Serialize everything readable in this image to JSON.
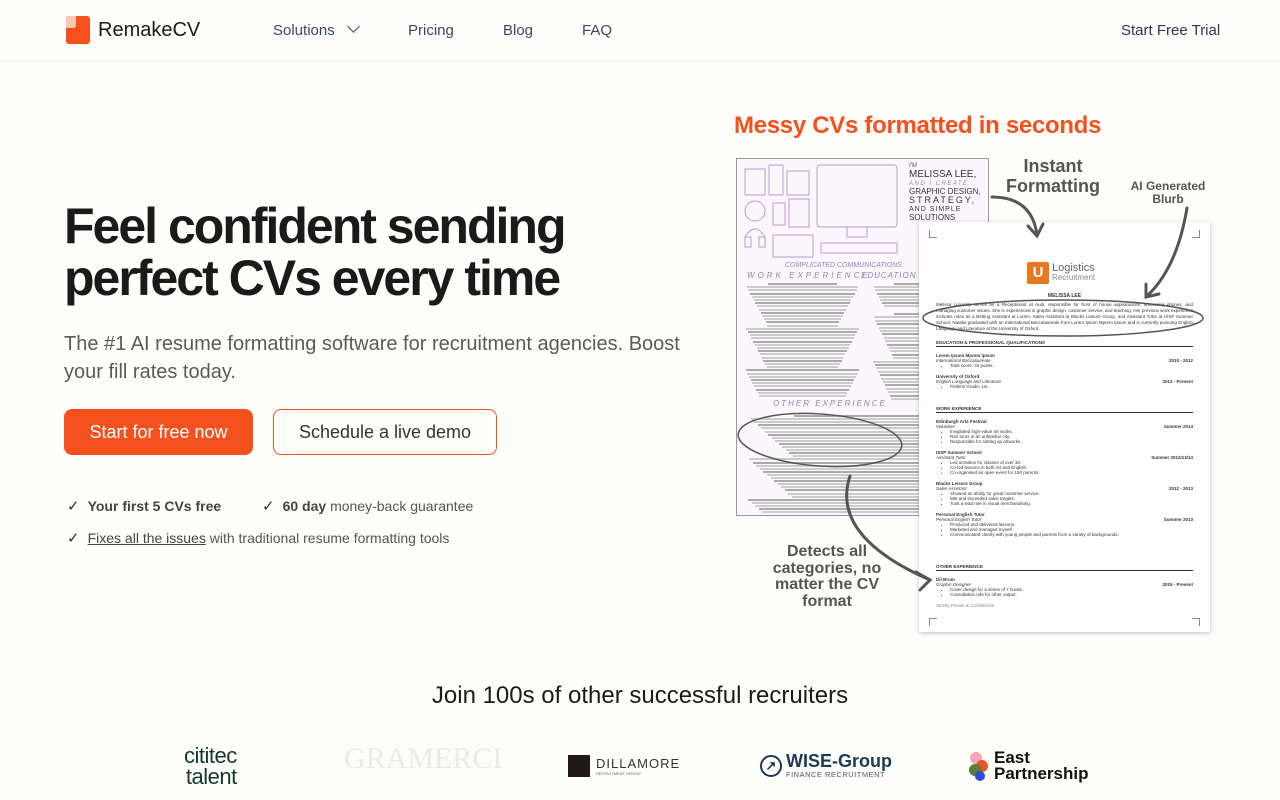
{
  "nav": {
    "brand": "RemakeCV",
    "items": [
      "Solutions",
      "Pricing",
      "Blog",
      "FAQ"
    ],
    "cta": "Start Free Trial"
  },
  "hero": {
    "title": "Feel confident sending perfect CVs every time",
    "subtitle": "The #1 AI resume formatting software for recruitment agencies. Boost your fill rates today.",
    "primary_button": "Start for free now",
    "secondary_button": "Schedule a live demo",
    "checks": [
      {
        "bold": "Your first 5 CVs free",
        "rest": ""
      },
      {
        "bold": "60 day",
        "rest": "money-back guarantee"
      },
      {
        "link": "Fixes all the issues",
        "rest": "with traditional resume formatting tools"
      }
    ],
    "accent": "#f4511e"
  },
  "illustration": {
    "heading": "Messy CVs formatted in seconds",
    "annotations": {
      "instant": "Instant Formatting",
      "blurb": "AI Generated Blurb",
      "detects": "Detects all categories, no matter the CV format"
    },
    "messy_cv": {
      "intro": [
        "I'M",
        "MELISSA LEE,",
        "AND I CREATE",
        "GRAPHIC DESIGN,",
        "STRATEGY,",
        "AND SIMPLE",
        "SOLUTIONS"
      ],
      "tagline": "COMPLICATED COMMUNICATIONS",
      "work_heading": "WORK EXPERIENCE",
      "education_heading": "EDUCATION",
      "other_heading": "OTHER EXPERIENCE"
    },
    "formatted_cv": {
      "company": "Logistics",
      "company_sub": "Recruitment",
      "logo_letter": "U",
      "name": "MELISSA LEE",
      "blurb": "Melissa currently serves as a Receptionist at Audi, responsible for front of house appearances, answering phones, and managing customer issues. She is experienced in graphic design, customer service, and teaching. Her previous work experience includes roles as a Betting Assistant at Lorem, Sales Assistant at Blacks Leisure Group, and Assistant Tutor at ISSP Summer School. Natalie graduated with an International Baccalaureate from Lorem Ipsum Mprem Ipsum and is currently pursuing English Language and Literature at the University of Oxford.",
      "education_heading": "EDUCATION & PROFESSIONAL QUALIFICATIONS",
      "education": [
        {
          "title": "Lorem Ipsum Mprem Ipsum",
          "role": "International Baccalaureate",
          "date": "2010 - 2012",
          "bullets": [
            "Total score: 40 points."
          ]
        },
        {
          "title": "University of Oxford",
          "role": "English Language and Literature",
          "date": "2013 - Present",
          "bullets": [
            "Prelims Grade: 1st."
          ]
        }
      ],
      "work_heading": "WORK EXPERIENCE",
      "work": [
        {
          "title": "Edinburgh Arts Festival",
          "role": "Volunteer",
          "date": "Summer 2014",
          "bullets": [
            "Invigilated high-value art works.",
            "Ran tours in an unfamiliar city.",
            "Responsible for setting up artworks."
          ]
        },
        {
          "title": "ISSP Summer School",
          "role": "Assistant Tutor",
          "date": "Summer 2012/13/14",
          "bullets": [
            "Led activities for classes of over 30.",
            "Co-led lessons in both Art and English.",
            "Co-organised an open event for 150 parents."
          ]
        },
        {
          "title": "Blacks Leisure Group",
          "role": "Sales Assistant",
          "date": "2012 - 2013",
          "bullets": [
            "Showed an ability for great customer service.",
            "Met and exceeded sales targets.",
            "Took a lead role in visual merchandising."
          ]
        },
        {
          "title": "Personal English Tutor",
          "role": "Personal English Tutor",
          "date": "Summer 2013",
          "bullets": [
            "Produced and delivered lessons.",
            "Marketed and managed myself.",
            "Communicated clearly with young people and parents from a variety of backgrounds."
          ]
        }
      ],
      "other_heading": "OTHER EXPERIENCE",
      "other": [
        {
          "title": "Dil Brum",
          "role": "Graphic Designer",
          "date": "2015 - Present",
          "bullets": [
            "Cover design for a series of 7 books.",
            "Consultation role for other output."
          ]
        }
      ],
      "footer": "Strictly Private & Confidential"
    }
  },
  "social_proof": {
    "heading": "Join 100s of other successful recruiters",
    "logos": [
      {
        "name": "cititec",
        "sub": "talent"
      },
      {
        "name": "GRAMERCI",
        "sub": ""
      },
      {
        "name": "DILLAMORE",
        "sub": "RECRUITMENT GROUP"
      },
      {
        "name": "WISE-Group",
        "sub": "FINANCE RECRUITMENT"
      },
      {
        "name": "East",
        "sub": "Partnership"
      }
    ]
  }
}
